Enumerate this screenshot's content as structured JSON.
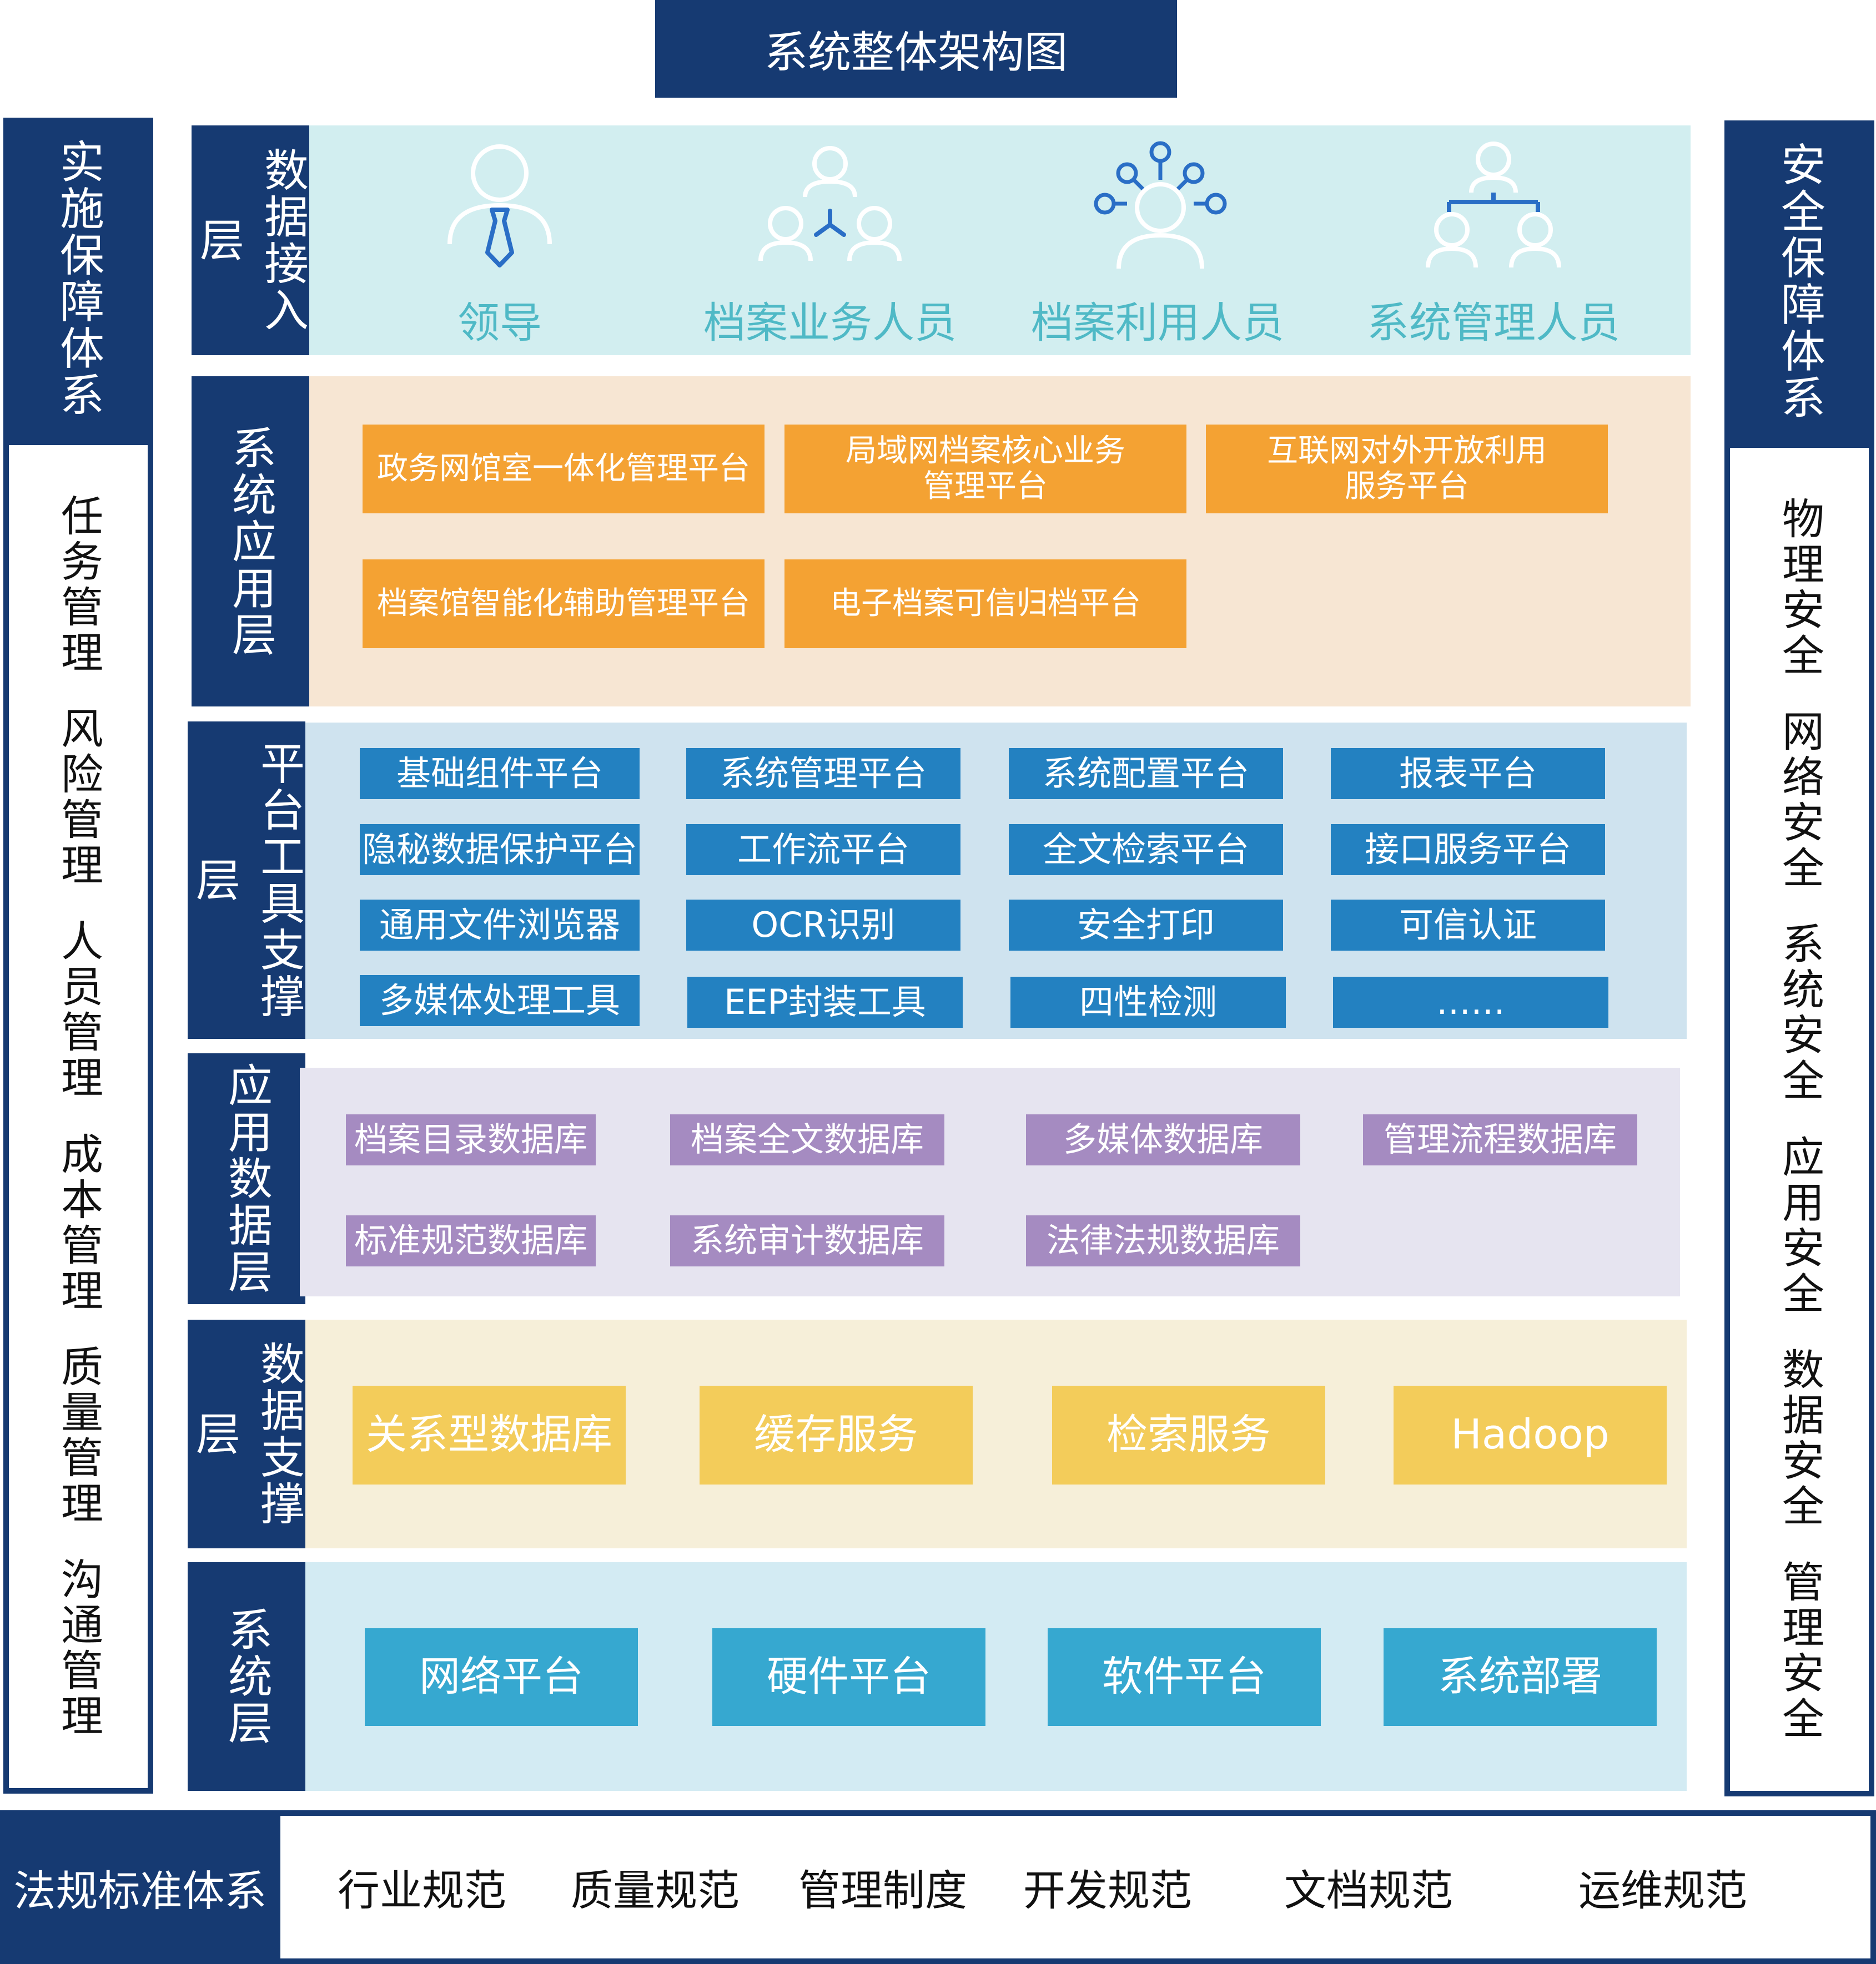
{
  "title": "系统整体架构图",
  "left_panel": {
    "heading": "实施保障体系",
    "items": [
      "任务管理",
      "风险管理",
      "人员管理",
      "成本管理",
      "质量管理",
      "沟通管理"
    ]
  },
  "right_panel": {
    "heading": "安全保障体系",
    "items": [
      "物理安全",
      "网络安全",
      "系统安全",
      "应用安全",
      "数据安全",
      "管理安全"
    ]
  },
  "layers": {
    "access": {
      "label": "数据接入层",
      "roles": [
        "领导",
        "档案业务人员",
        "档案利用人员",
        "系统管理人员"
      ]
    },
    "application": {
      "label": "系统应用层",
      "items": [
        "政务网馆室一体化管理平台",
        "局域网档案核心业务\n管理平台",
        "互联网对外开放利用\n服务平台",
        "档案馆智能化辅助管理平台",
        "电子档案可信归档平台"
      ]
    },
    "platform": {
      "label": "平台工具支撑层",
      "items": [
        "基础组件平台",
        "系统管理平台",
        "系统配置平台",
        "报表平台",
        "隐秘数据保护平台",
        "工作流平台",
        "全文检索平台",
        "接口服务平台",
        "通用文件浏览器",
        "OCR识别",
        "安全打印",
        "可信认证",
        "多媒体处理工具",
        "EEP封装工具",
        "四性检测",
        "……"
      ]
    },
    "database": {
      "label": "应用数据层",
      "items": [
        "档案目录数据库",
        "档案全文数据库",
        "多媒体数据库",
        "管理流程数据库",
        "标准规范数据库",
        "系统审计数据库",
        "法律法规数据库"
      ]
    },
    "data_support": {
      "label": "数据支撑层",
      "items": [
        "关系型数据库",
        "缓存服务",
        "检索服务",
        "Hadoop"
      ]
    },
    "system": {
      "label": "系统层",
      "items": [
        "网络平台",
        "硬件平台",
        "软件平台",
        "系统部署"
      ]
    }
  },
  "regulations": {
    "label": "法规标准体系",
    "items": [
      "行业规范",
      "质量规范",
      "管理制度",
      "开发规范",
      "文档规范",
      "运维规范"
    ]
  },
  "colors": {
    "navy": "#163a72",
    "access_bg": "#d2eef0",
    "application_bg": "#f7e6d3",
    "platform_bg": "#cfe3ef",
    "database_bg": "#e6e4f0",
    "data_support_bg": "#f6efd9",
    "system_bg": "#d3ebf3",
    "role_text": "#4fb9c6",
    "icon_stroke_white": "#ffffff",
    "icon_stroke_blue": "#2a6ec6"
  }
}
